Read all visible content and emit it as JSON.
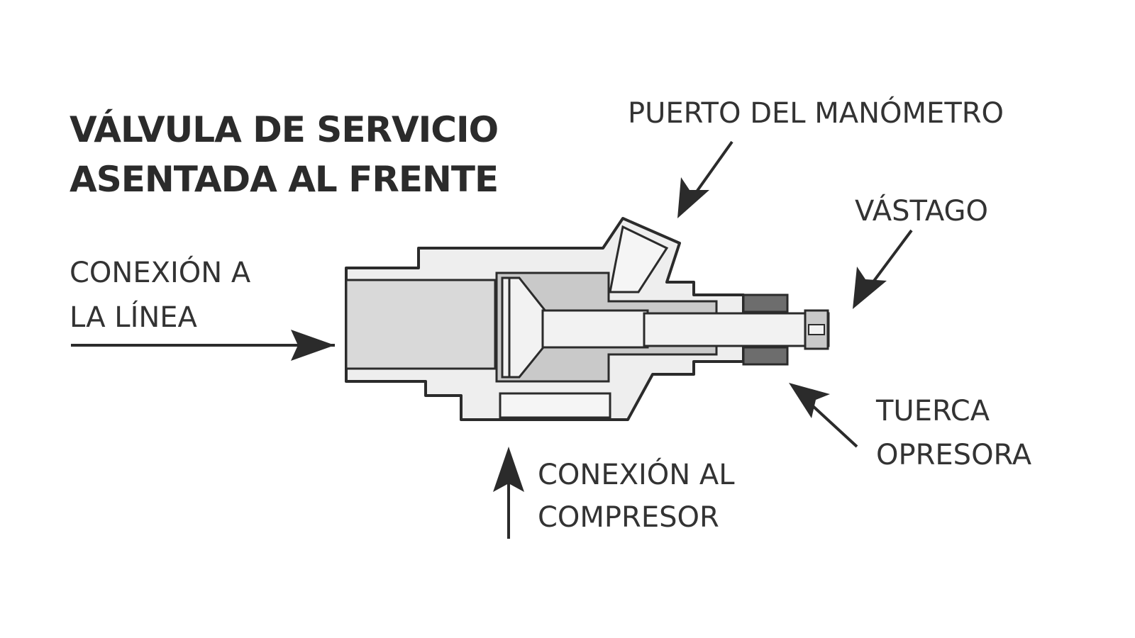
{
  "title": {
    "line1": "VÁLVULA DE SERVICIO",
    "line2": "ASENTADA AL FRENTE"
  },
  "labels": {
    "gauge_port": "PUERTO DEL MANÓMETRO",
    "stem": "VÁSTAGO",
    "line_connection_1": "CONEXIÓN A",
    "line_connection_2": "LA LÍNEA",
    "packing_nut_1": "TUERCA",
    "packing_nut_2": "OPRESORA",
    "compressor_connection_1": "CONEXIÓN AL",
    "compressor_connection_2": "COMPRESOR"
  },
  "colors": {
    "ink": "#2b2b2b",
    "body_fill": "#eeeeee",
    "seat_fill": "#c9c9c9",
    "nut_fill": "#6d6d6d",
    "stem_fill": "#f2f2f2"
  }
}
